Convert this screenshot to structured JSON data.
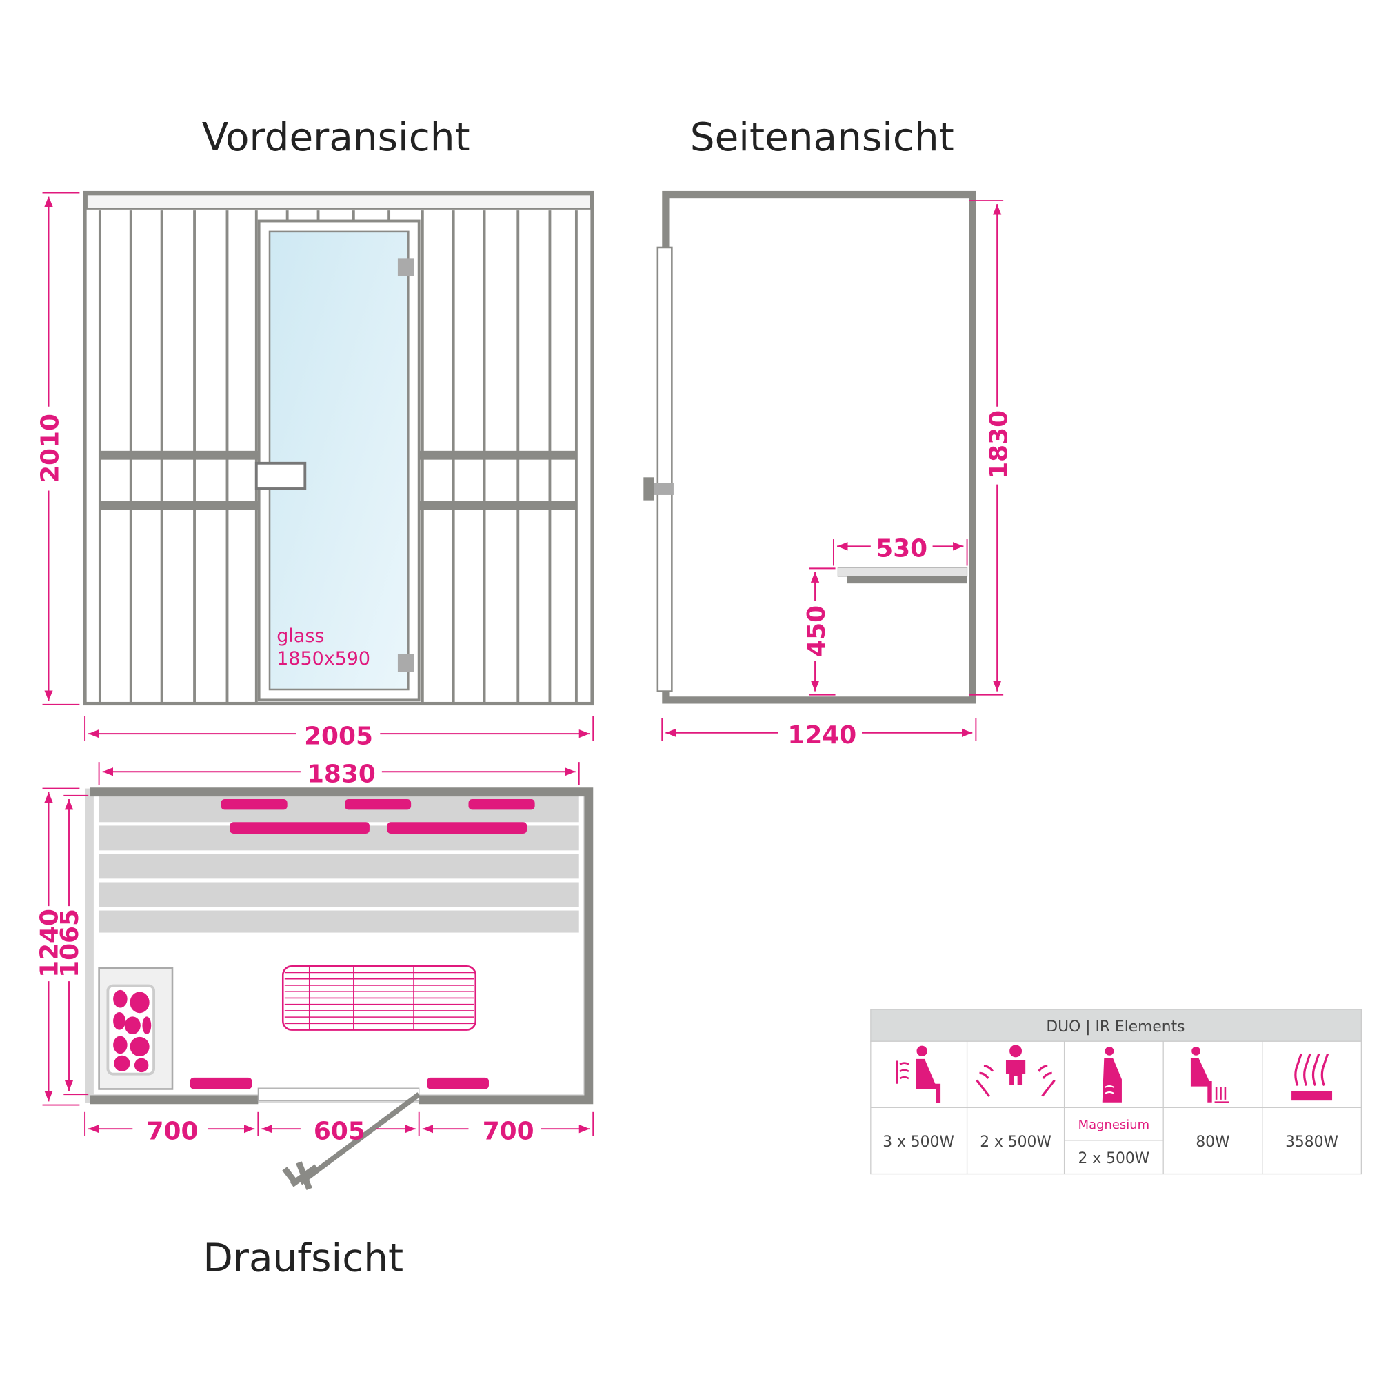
{
  "titles": {
    "front": "Vorderansicht",
    "side": "Seitenansicht",
    "top": "Draufsicht"
  },
  "front": {
    "height": "2010",
    "width": "2005",
    "glass_label": "glass",
    "glass_size": "1850x590"
  },
  "side": {
    "height": "1830",
    "bench_depth": "530",
    "bench_height": "450",
    "depth": "1240"
  },
  "top": {
    "inner_width": "1830",
    "depth": "1240",
    "inner_depth": "1065",
    "left": "700",
    "door": "605",
    "right": "700"
  },
  "table": {
    "header": "DUO | IR Elements",
    "columns": [
      {
        "icon": "person-back-heat-icon",
        "value": "3 x 500W"
      },
      {
        "icon": "person-side-heat-icon",
        "value": "2 x 500W"
      },
      {
        "icon": "person-front-heat-icon",
        "sub": "Magnesium",
        "value": "2 x 500W"
      },
      {
        "icon": "person-foot-heat-icon",
        "value": "80W"
      },
      {
        "icon": "total-heat-icon",
        "value": "3580W"
      }
    ]
  },
  "colors": {
    "accent": "#e0197d",
    "wall": "#8a8a86",
    "bench": "#d4d4d4"
  }
}
